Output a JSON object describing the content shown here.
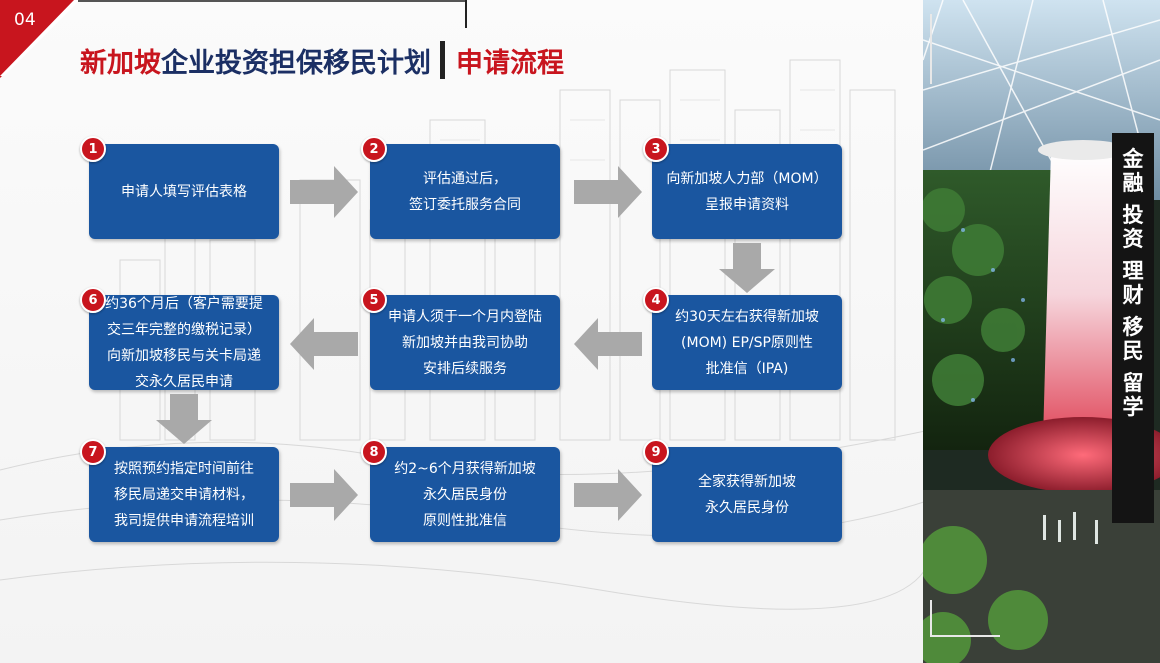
{
  "page_number": "04",
  "title": {
    "part1_red": "新加坡",
    "part2_navy": "企业投资担保移民计划",
    "part3_red": "申请流程"
  },
  "steps": [
    {
      "number": "1",
      "text": "申请人填写评估表格"
    },
    {
      "number": "2",
      "text": "评估通过后，\n签订委托服务合同"
    },
    {
      "number": "3",
      "text": "向新加坡人力部（MOM）\n呈报申请资料"
    },
    {
      "number": "4",
      "text": "约30天左右获得新加坡\n(MOM) EP/SP原则性\n批准信（IPA)"
    },
    {
      "number": "5",
      "text": "申请人须于一个月内登陆\n新加坡并由我司协助\n安排后续服务"
    },
    {
      "number": "6",
      "text": "约36个月后（客户需要提\n交三年完整的缴税记录）\n向新加坡移民与关卡局递\n交永久居民申请"
    },
    {
      "number": "7",
      "text": "按照预约指定时间前往\n移民局递交申请材料，\n我司提供申请流程培训"
    },
    {
      "number": "8",
      "text": "约2~6个月获得新加坡\n永久居民身份\n原则性批准信"
    },
    {
      "number": "9",
      "text": "全家获得新加坡\n永久居民身份"
    }
  ],
  "ribbon": [
    [
      "金",
      "融"
    ],
    [
      "投",
      "资"
    ],
    [
      "理",
      "财"
    ],
    [
      "移",
      "民"
    ],
    [
      "留",
      "学"
    ]
  ],
  "colors": {
    "accent_red": "#c8151e",
    "navy": "#1b2f64",
    "step_blue": "#1a56a0",
    "arrow_gray": "#a9a9a9"
  }
}
